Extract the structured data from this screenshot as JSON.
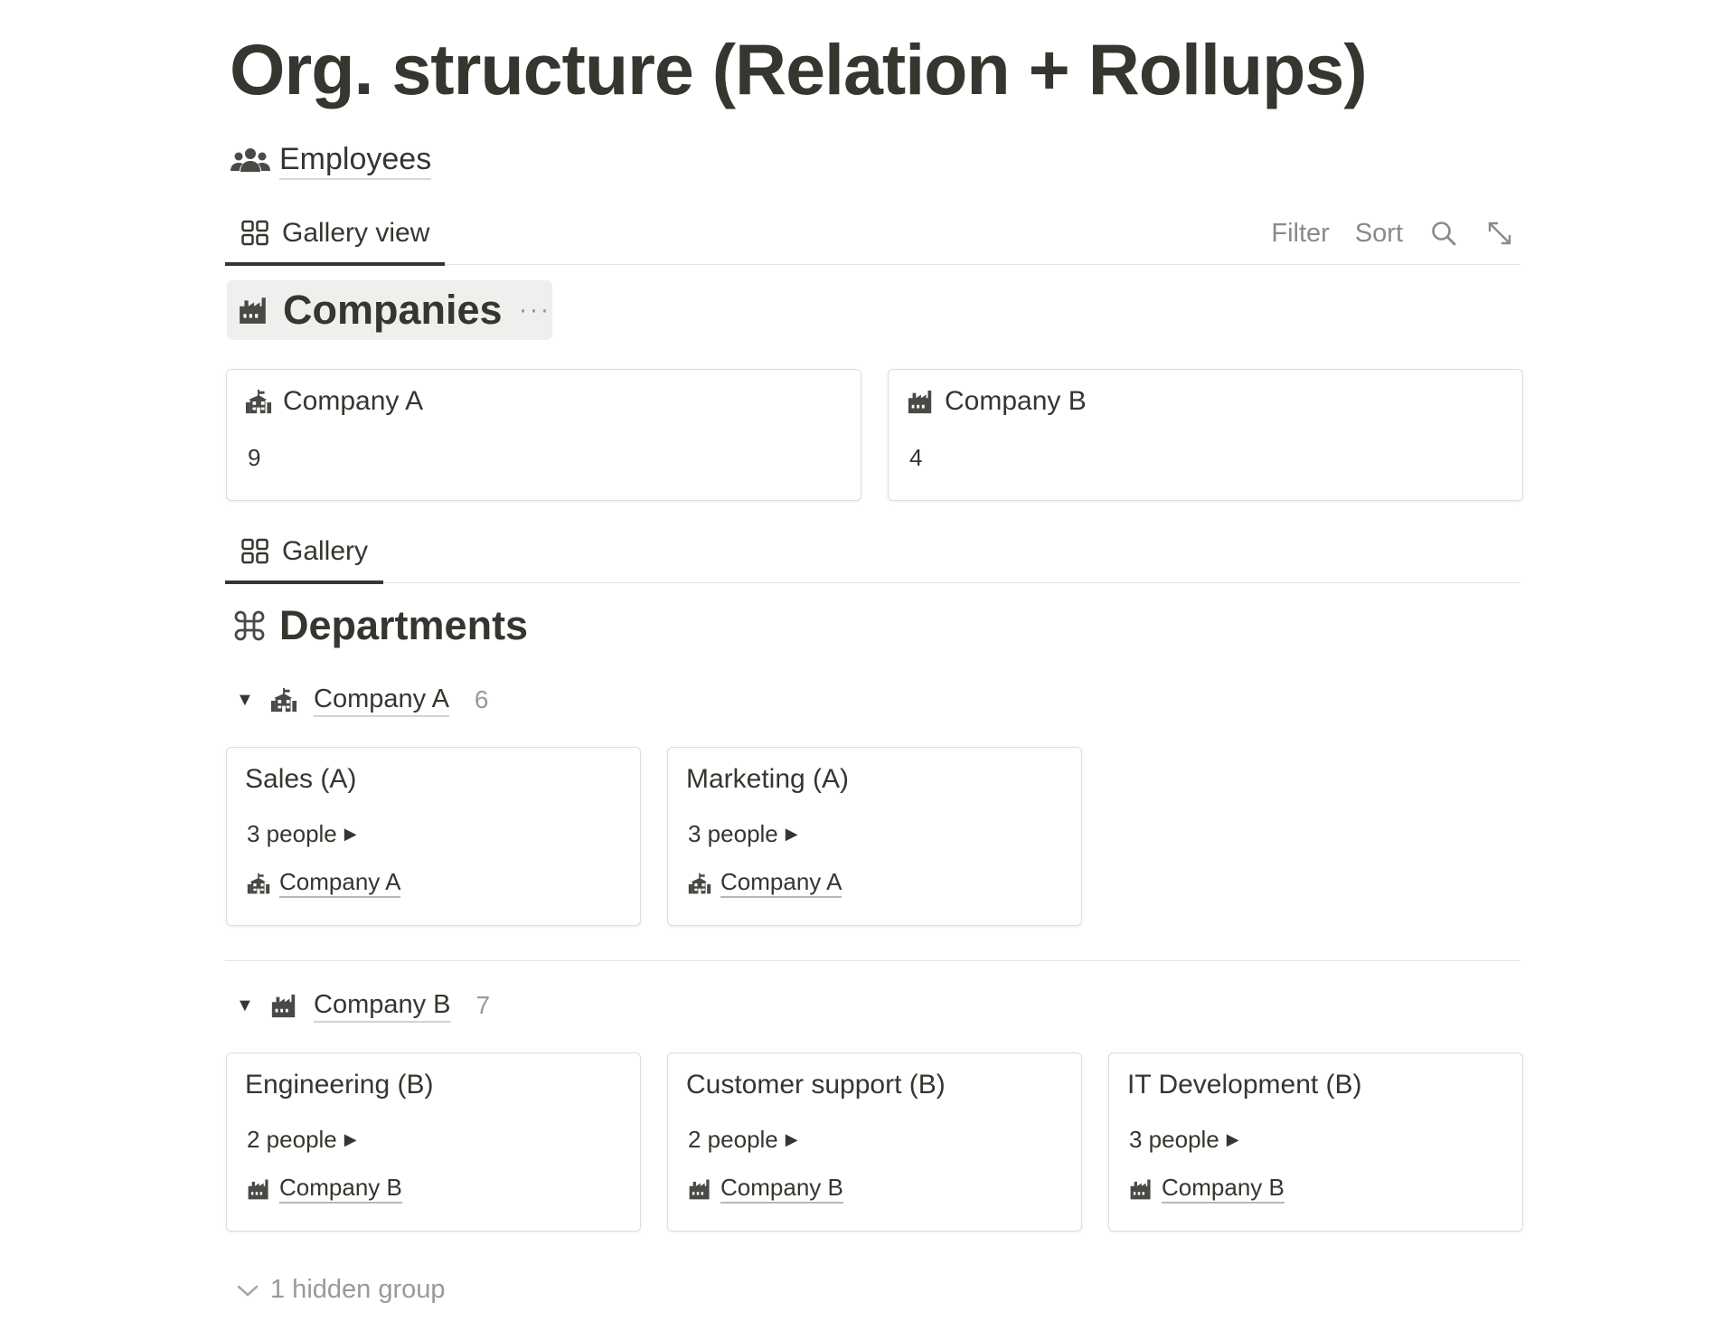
{
  "page": {
    "title": "Org. structure (Relation + Rollups)"
  },
  "employees_link": {
    "icon": "people-icon",
    "label": "Employees"
  },
  "companies_db": {
    "view_tab": "Gallery view",
    "tools": {
      "filter": "Filter",
      "sort": "Sort"
    },
    "title": "Companies",
    "more": "···",
    "cards": [
      {
        "icon": "school-building-icon",
        "name": "Company A",
        "value": "9"
      },
      {
        "icon": "factory-icon",
        "name": "Company B",
        "value": "4"
      }
    ]
  },
  "departments_db": {
    "view_tab": "Gallery",
    "title": "Departments",
    "icon": "command-icon",
    "groups": [
      {
        "icon": "school-building-icon",
        "name": "Company A",
        "count": "6",
        "cards": [
          {
            "name": "Sales (A)",
            "people": "3 people",
            "company": "Company A"
          },
          {
            "name": "Marketing (A)",
            "people": "3 people",
            "company": "Company A"
          }
        ]
      },
      {
        "icon": "factory-icon",
        "name": "Company B",
        "count": "7",
        "cards": [
          {
            "name": "Engineering (B)",
            "people": "2 people",
            "company": "Company B"
          },
          {
            "name": "Customer support (B)",
            "people": "2 people",
            "company": "Company B"
          },
          {
            "name": "IT Development (B)",
            "people": "3 people",
            "company": "Company B"
          }
        ]
      }
    ],
    "hidden_groups": "1 hidden group"
  },
  "colors": {
    "text": "#37352f",
    "muted": "#9a9995",
    "border": "#dfdedb",
    "pill_bg": "#efefee"
  }
}
